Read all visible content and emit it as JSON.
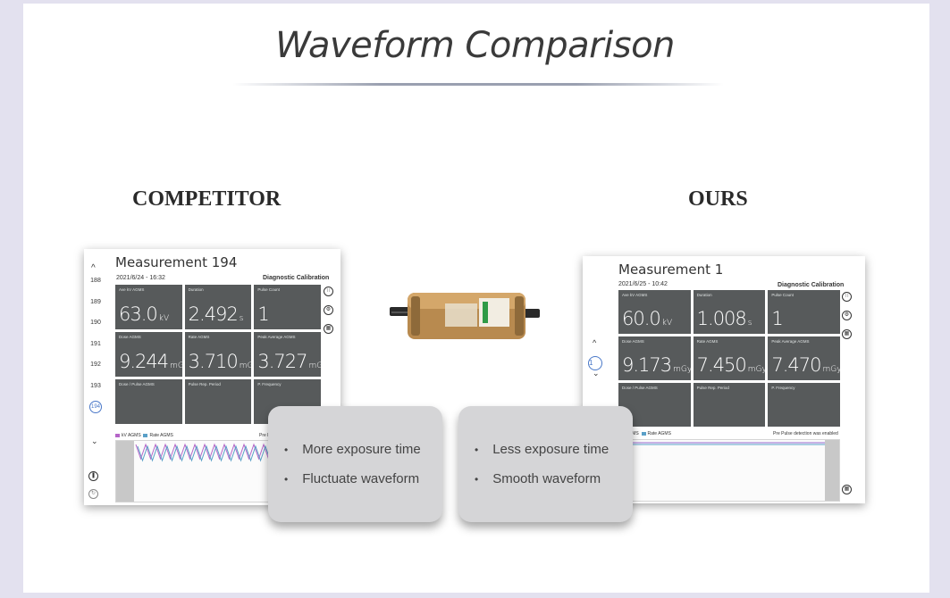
{
  "title": "Waveform Comparison",
  "labels": {
    "competitor": "COMPETITOR",
    "ours": "OURS"
  },
  "competitor": {
    "measurement_title": "Measurement 194",
    "date": "2021/6/24 - 16:32",
    "mode": "Diagnostic Calibration",
    "side_numbers": [
      "188",
      "189",
      "190",
      "191",
      "192",
      "193"
    ],
    "active_number": "194",
    "tiles": [
      {
        "label": "Ave kV AGMS",
        "value": "63.0",
        "unit": "kV"
      },
      {
        "label": "Duration",
        "value": "2.492",
        "unit": "s"
      },
      {
        "label": "Pulse Count",
        "value": "1",
        "unit": ""
      },
      {
        "label": "Dose AGMS",
        "value": "9.244",
        "unit": "mGy"
      },
      {
        "label": "Rate AGMS",
        "value": "3.710",
        "unit": "mGy/s"
      },
      {
        "label": "Peak Average AGMS",
        "value": "3.727",
        "unit": "mGy/s"
      },
      {
        "label": "Dose / Pulse AGMS",
        "value": "",
        "unit": ""
      },
      {
        "label": "Pulse Rep. Period",
        "value": "",
        "unit": ""
      },
      {
        "label": "P. Frequency",
        "value": "",
        "unit": ""
      }
    ],
    "legend": {
      "kv": "kV AGMS",
      "rate": "Rate AGMS"
    },
    "status": "Pre P",
    "bullets": [
      "More exposure time",
      "Fluctuate waveform"
    ]
  },
  "ours": {
    "measurement_title": "Measurement 1",
    "date": "2021/6/25 - 10:42",
    "mode": "Diagnostic Calibration",
    "active_number": "1",
    "tiles": [
      {
        "label": "Ave kV AGMS",
        "value": "60.0",
        "unit": "kV"
      },
      {
        "label": "Duration",
        "value": "1.008",
        "unit": "s"
      },
      {
        "label": "Pulse Count",
        "value": "1",
        "unit": ""
      },
      {
        "label": "Dose AGMS",
        "value": "9.173",
        "unit": "mGy"
      },
      {
        "label": "Rate AGMS",
        "value": "7.450",
        "unit": "mGy/s"
      },
      {
        "label": "Peak Average AGMS",
        "value": "7.470",
        "unit": "mGy/s"
      },
      {
        "label": "Dose / Pulse AGMS",
        "value": "",
        "unit": ""
      },
      {
        "label": "Pulse Rep. Period",
        "value": "",
        "unit": ""
      },
      {
        "label": "P. Frequency",
        "value": "",
        "unit": ""
      }
    ],
    "legend": {
      "kv": "AGMS",
      "rate": "Rate AGMS"
    },
    "status": "Pre Pulse detection was enabled",
    "bullets": [
      "Less exposure time",
      "Smooth waveform"
    ]
  },
  "colors": {
    "tile": "#575a5b",
    "kv_series": "#b565c8",
    "rate_series": "#5aa0c8",
    "card": "#d5d5d7"
  },
  "icons": [
    "chevron-up-icon",
    "chevron-down-icon",
    "grid-icon",
    "gear-icon",
    "layout-icon",
    "pause-icon",
    "refresh-icon",
    "stop-icon"
  ]
}
